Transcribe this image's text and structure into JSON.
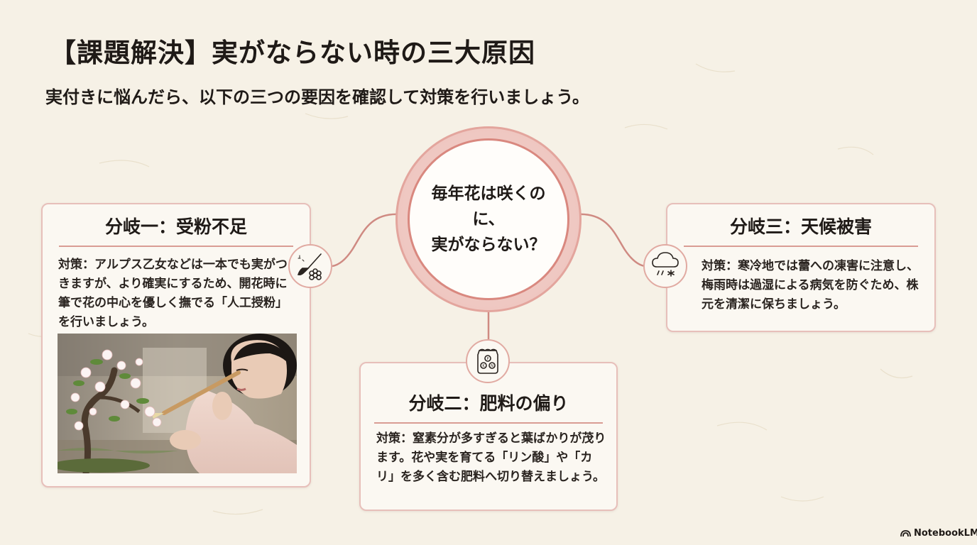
{
  "header": {
    "title": "【課題解決】実がならない時の三大原因",
    "subtitle": "実付きに悩んだら、以下の三つの要因を確認して対策を行いましょう。"
  },
  "hub": {
    "text": "毎年花は咲くのに、\n実がならない？"
  },
  "branches": [
    {
      "title": "分岐一：受粉不足",
      "text": "対策：アルプス乙女などは一本でも実がつきますが、より確実にするため、開花時に筆で花の中心を優しく撫でる「人工授粉」を行いましょう。",
      "icon": "brush-and-flower-icon"
    },
    {
      "title": "分岐二：肥料の偏り",
      "text": "対策：窒素分が多すぎると葉ばかりが茂ります。花や実を育てる「リン酸」や「カリ」を多く含む肥料へ切り替えましょう。",
      "icon": "fertilizer-bag-icon"
    },
    {
      "title": "分岐三：天候被害",
      "text": "対策：寒冷地では蕾への凍害に注意し、梅雨時は過湿による病気を防ぐため、株元を清潔に保ちましょう。",
      "icon": "cloud-rain-snow-icon"
    }
  ],
  "watermark": {
    "text": "NotebookLM"
  },
  "colors": {
    "background": "#f6f1e6",
    "accent": "#d9887f",
    "card_border": "#e7bfba"
  }
}
